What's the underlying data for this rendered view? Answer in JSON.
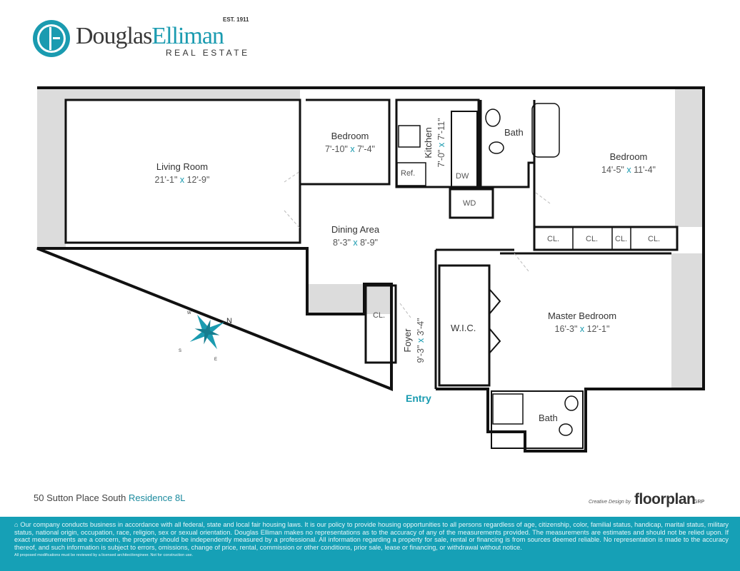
{
  "brand": {
    "name_part1": "Douglas",
    "name_part2": "Elliman",
    "est": "EST. 1911",
    "subtitle": "REAL ESTATE",
    "color": "#1a9bb0"
  },
  "rooms": {
    "living": {
      "label": "Living Room",
      "w": "21'-1\"",
      "h": "12'-9\""
    },
    "bedroom_small": {
      "label": "Bedroom",
      "w": "7'-10\"",
      "h": "7'-4\""
    },
    "kitchen": {
      "label": "Kitchen",
      "w": "7'-0\"",
      "h": "7'-11\""
    },
    "bath_upper": {
      "label": "Bath"
    },
    "bedroom_right": {
      "label": "Bedroom",
      "w": "14'-5\"",
      "h": "11'-4\""
    },
    "dining": {
      "label": "Dining Area",
      "w": "8'-3\"",
      "h": "8'-9\""
    },
    "foyer": {
      "label": "Foyer",
      "w": "9'-3\"",
      "h": "3'-4\""
    },
    "master": {
      "label": "Master Bedroom",
      "w": "16'-3\"",
      "h": "12'-1\""
    },
    "wic": {
      "label": "W.I.C."
    },
    "bath_lower": {
      "label": "Bath"
    }
  },
  "fixtures": {
    "ref": "Ref.",
    "dw": "DW",
    "wd": "WD",
    "closet": "CL."
  },
  "dim_separator": "x",
  "compass": {
    "n": "N",
    "s": "S",
    "e": "E",
    "w": "W"
  },
  "entry": "Entry",
  "address": {
    "street": "50 Sutton Place South",
    "unit": "Residence 8L"
  },
  "credit": {
    "prefix": "Creative Design by",
    "brand": "floorplan",
    "suffix": "GRP"
  },
  "footer": {
    "disclaimer": "Our company conducts business in accordance with all federal, state and local fair housing laws. It is our policy to provide housing opportunities to all persons regardless of age, citizenship, color, familial status, handicap, marital status, military status, national origin, occupation, race, religion, sex or sexual orientation. Douglas Elliman makes no representations as to the accuracy of any of the measurements provided. The measurements are estimates and should not be relied upon. If exact measurements are a concern, the property should be independently measured by a professional. All information regarding a property for sale, rental or financing is from sources deemed reliable. No representation is made to the accuracy thereof, and such information is subject to errors, omissions, change of price, rental, commission or other conditions, prior sale, lease or financing, or withdrawal without notice.",
    "note": "All proposed modifications must be reviewed by a licensed architect/engineer. Not for construction use.",
    "color": "#16a0b6"
  }
}
